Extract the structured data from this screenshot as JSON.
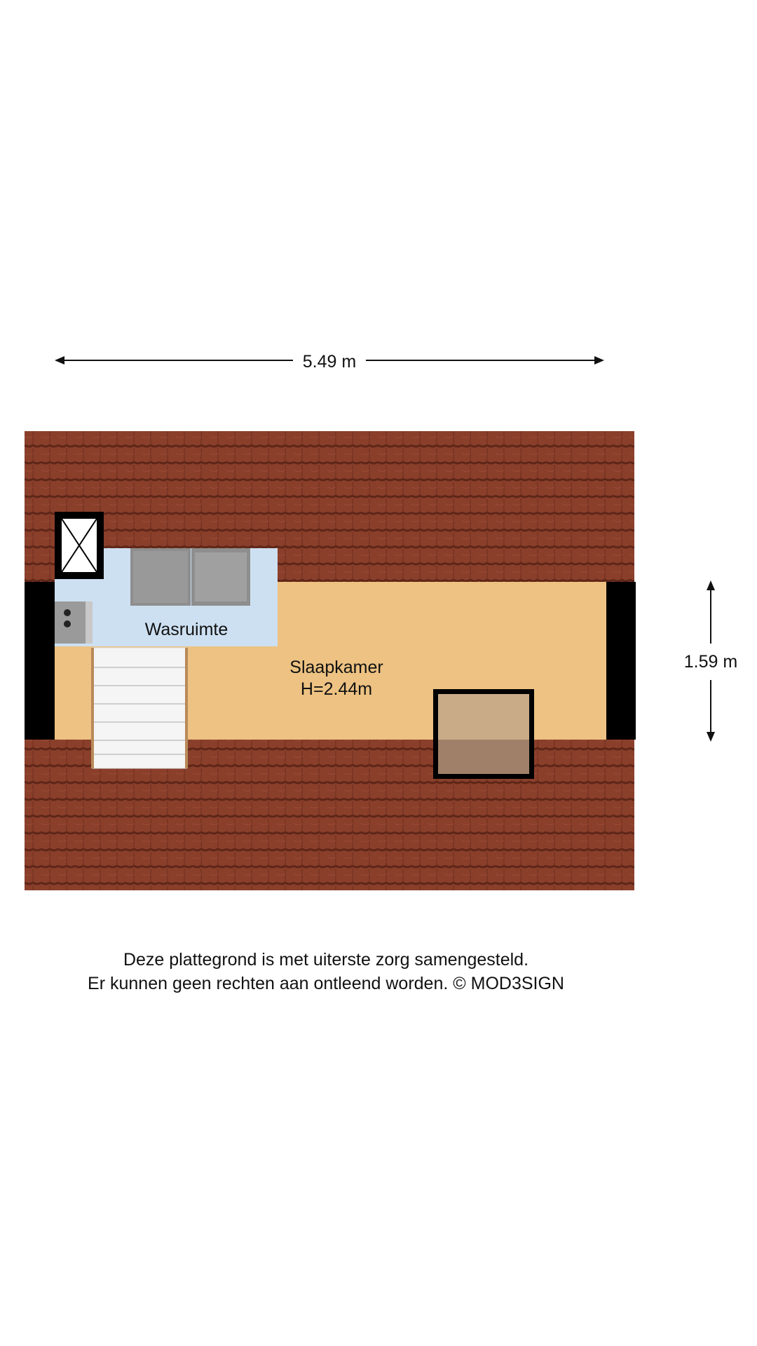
{
  "dimensions": {
    "width_label": "5.49 m",
    "height_label": "1.59 m"
  },
  "rooms": {
    "laundry": {
      "name": "Wasruimte"
    },
    "bedroom": {
      "name": "Slaapkamer",
      "height": "H=2.44m"
    }
  },
  "disclaimer": {
    "line1": "Deze plattegrond is met uiterste zorg samengesteld.",
    "line2": "Er kunnen geen rechten aan ontleend worden. © MOD3SIGN"
  },
  "colors": {
    "roof_tile": "#8a3f2b",
    "roof_tile_shadow": "#5e2618",
    "bedroom_floor": "#edc282",
    "laundry_floor": "#cde0f2",
    "wall": "#000000",
    "appliance": "#8e8e8e",
    "skylight": "#c9ab88"
  }
}
